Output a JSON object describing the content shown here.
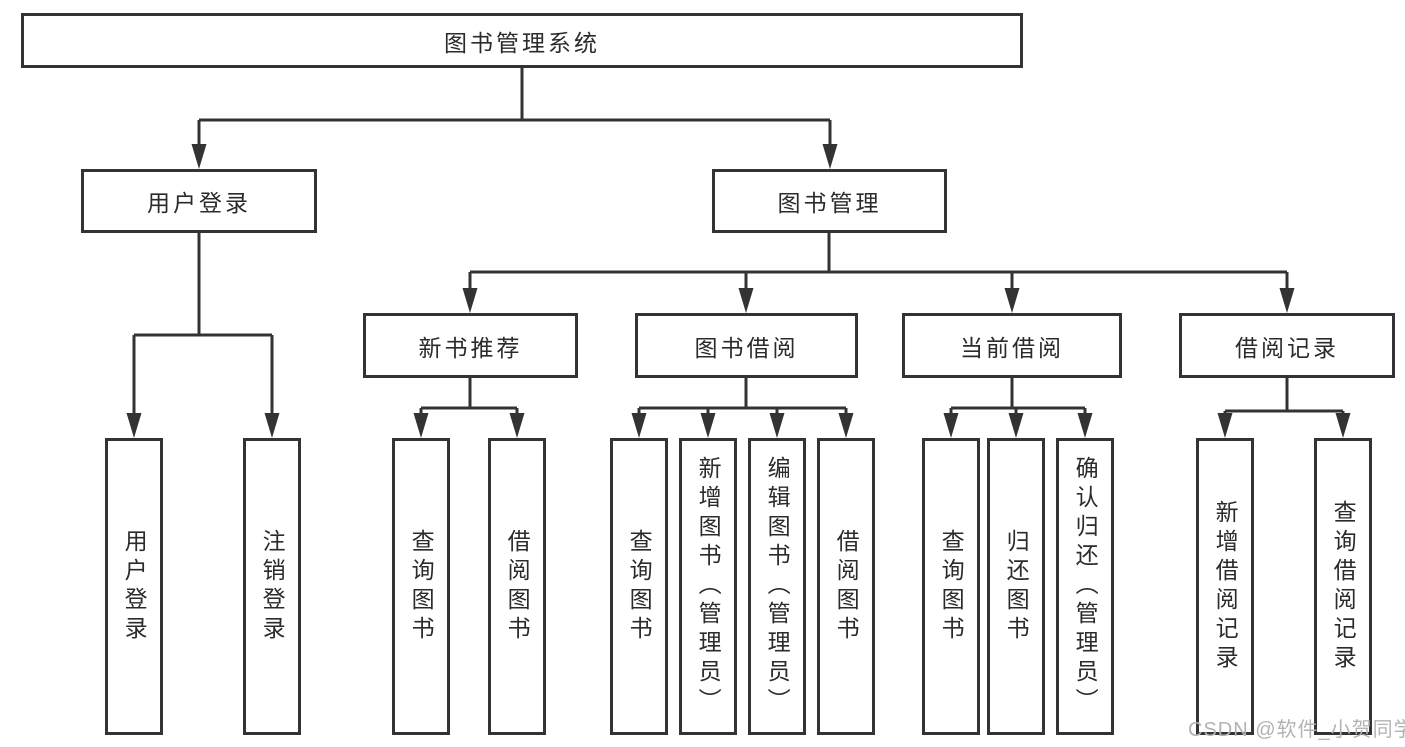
{
  "colors": {
    "line": "#333333",
    "box_border": "#333333",
    "text": "#2b2b2b",
    "background": "#ffffff",
    "watermark": "#b3b3b3"
  },
  "tree": {
    "root": {
      "label": "图书管理系统"
    },
    "branches": [
      {
        "label": "用户登录",
        "leaves": [
          "用户登录",
          "注销登录"
        ]
      },
      {
        "label": "图书管理",
        "groups": [
          {
            "label": "新书推荐",
            "leaves": [
              "查询图书",
              "借阅图书"
            ]
          },
          {
            "label": "图书借阅",
            "leaves": [
              "查询图书",
              "新增图书（管理员）",
              "编辑图书（管理员）",
              "借阅图书"
            ]
          },
          {
            "label": "当前借阅",
            "leaves": [
              "查询图书",
              "归还图书",
              "确认归还（管理员）"
            ]
          },
          {
            "label": "借阅记录",
            "leaves": [
              "新增借阅记录",
              "查询借阅记录"
            ]
          }
        ]
      }
    ]
  },
  "watermark": "CSDN @软件_小贺同学"
}
